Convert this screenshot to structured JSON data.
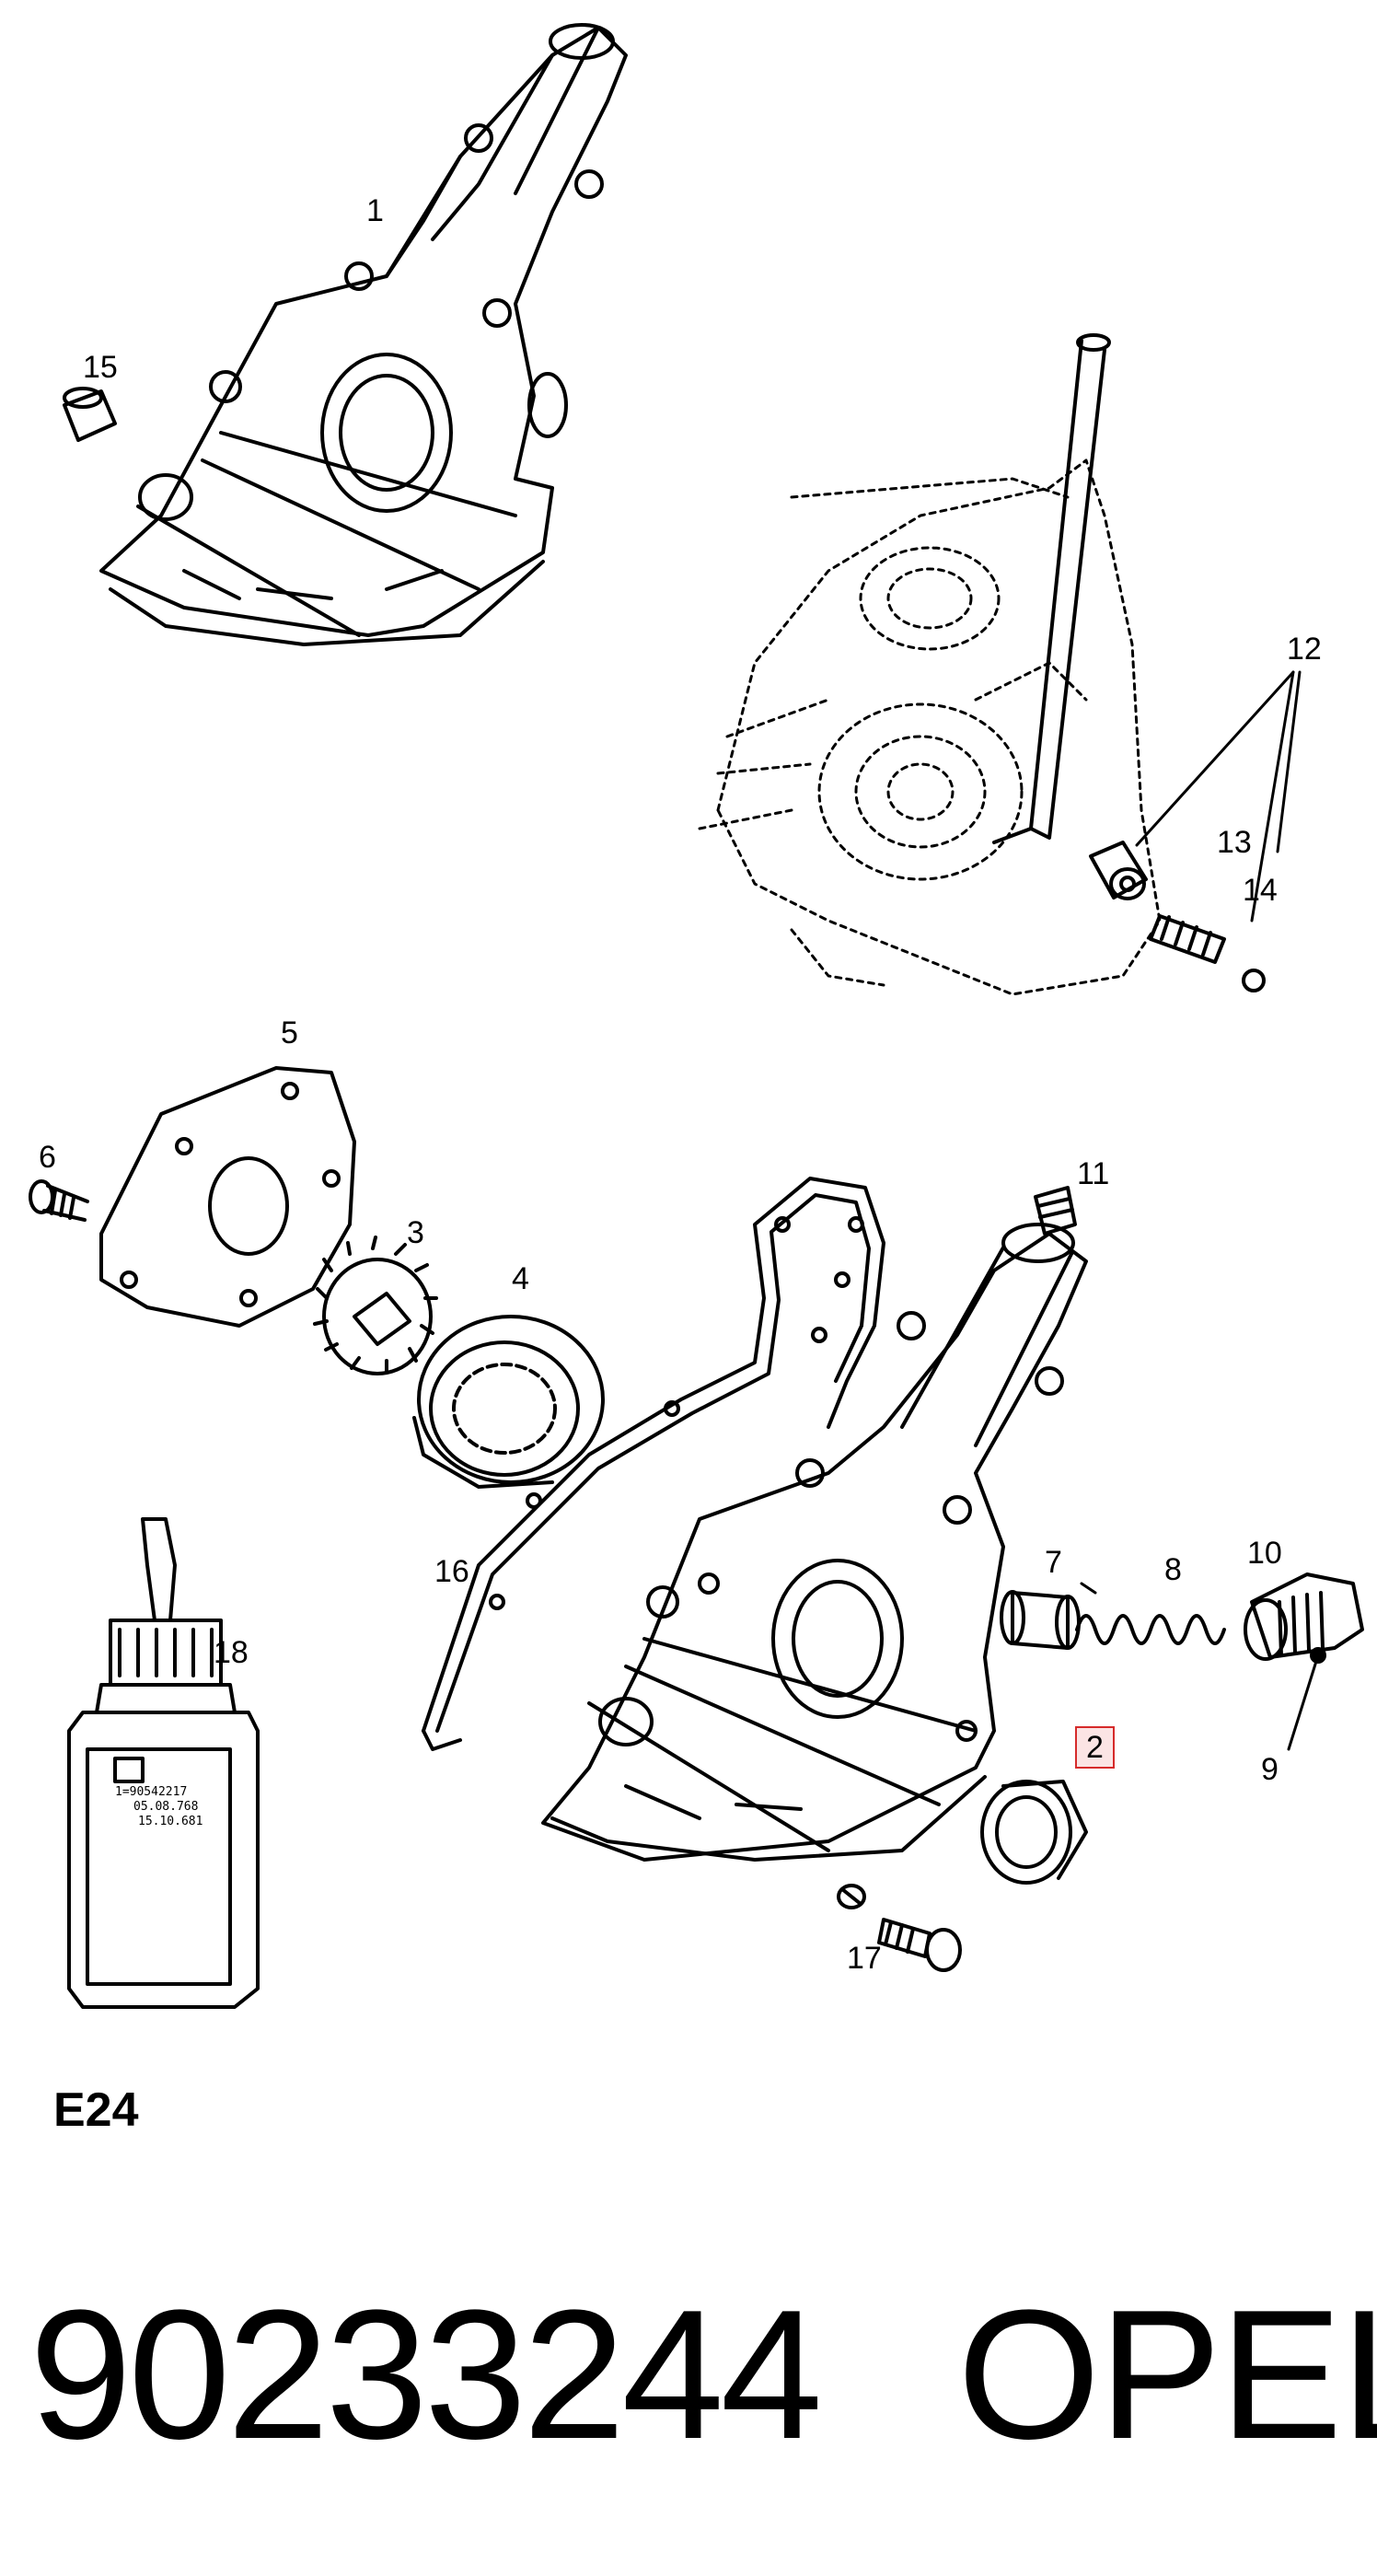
{
  "callouts": [
    {
      "id": "1",
      "label": "1"
    },
    {
      "id": "2",
      "label": "2",
      "highlighted": true
    },
    {
      "id": "3",
      "label": "3"
    },
    {
      "id": "4",
      "label": "4"
    },
    {
      "id": "5",
      "label": "5"
    },
    {
      "id": "6",
      "label": "6"
    },
    {
      "id": "7",
      "label": "7"
    },
    {
      "id": "8",
      "label": "8"
    },
    {
      "id": "9",
      "label": "9"
    },
    {
      "id": "10",
      "label": "10"
    },
    {
      "id": "11",
      "label": "11"
    },
    {
      "id": "12",
      "label": "12"
    },
    {
      "id": "13",
      "label": "13"
    },
    {
      "id": "14",
      "label": "14"
    },
    {
      "id": "15",
      "label": "15"
    },
    {
      "id": "16",
      "label": "16"
    },
    {
      "id": "17",
      "label": "17"
    },
    {
      "id": "18",
      "label": "18"
    }
  ],
  "bottle_label": [
    "1=90542217",
    "05.08.768",
    "15.10.681"
  ],
  "section_code": "E24",
  "part_number": "90233244",
  "brand": "OPEL",
  "colors": {
    "line": "#000000",
    "highlight_border": "#d62b2b",
    "highlight_fill": "#fbe4e4"
  }
}
